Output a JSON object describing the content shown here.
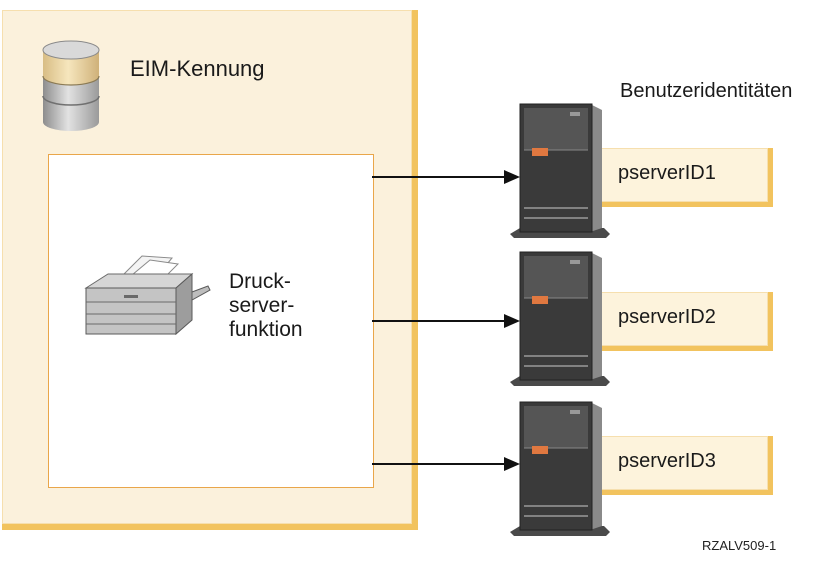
{
  "eim": {
    "label": "EIM-Kennung"
  },
  "function": {
    "line1": "Druck-",
    "line2": "server-",
    "line3": "funktion"
  },
  "users": {
    "heading": "Benutzeridentitäten",
    "ids": [
      "pserverID1",
      "pserverID2",
      "pserverID3"
    ]
  },
  "figure_id": "RZALV509-1",
  "colors": {
    "eim_fill": "#fbf1dc",
    "eim_border": "#f2c35e",
    "inner_border": "#e9a64a",
    "server_body": "#3a3a3a",
    "server_accent": "#e07840"
  },
  "icons": [
    "database-icon",
    "printer-icon",
    "server-icon"
  ]
}
